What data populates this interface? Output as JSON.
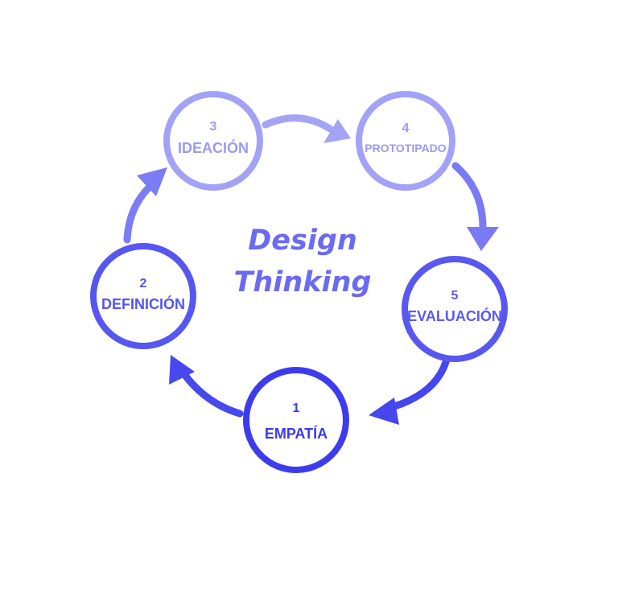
{
  "title": {
    "line1": "Design",
    "line2": "Thinking",
    "color": "#6a6af2"
  },
  "steps": [
    {
      "number": "1",
      "label": "EMPATÍA",
      "color": "#3a3aee"
    },
    {
      "number": "2",
      "label": "DEFINICIÓN",
      "color": "#5454f0"
    },
    {
      "number": "3",
      "label": "IDEACIÓN",
      "color": "#9a9af6"
    },
    {
      "number": "4",
      "label": "PROTOTIPADO",
      "color": "#9a9af6"
    },
    {
      "number": "5",
      "label": "EVALUACIÓN",
      "color": "#5a5af2"
    }
  ],
  "flow": [
    "1",
    "2",
    "3",
    "4",
    "5",
    "1"
  ]
}
